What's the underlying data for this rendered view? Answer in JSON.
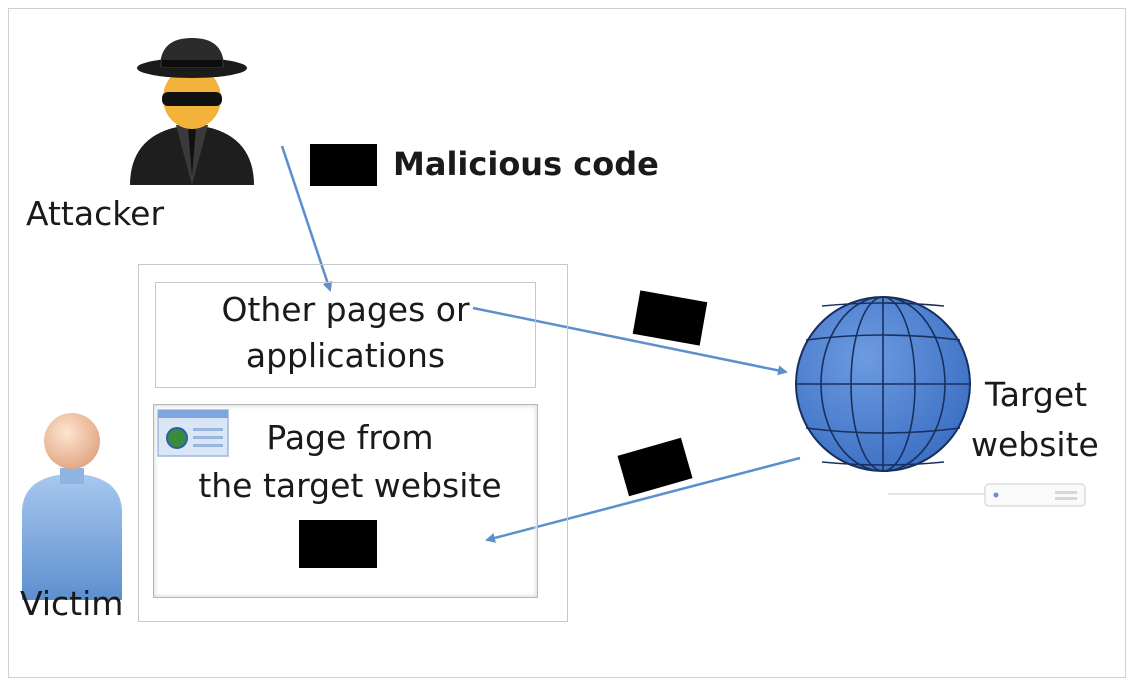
{
  "legend": {
    "label": "Malicious code"
  },
  "actors": {
    "attacker": {
      "label": "Attacker"
    },
    "victim": {
      "label": "Victim"
    },
    "target": {
      "label_line1": "Target",
      "label_line2": "website"
    }
  },
  "boxes": {
    "other": {
      "line1": "Other pages or",
      "line2": "applications"
    },
    "page": {
      "line1": "Page from",
      "line2": "the target website"
    }
  },
  "colors": {
    "arrow": "#5b8fce",
    "globe": "#4a7fd0",
    "globe_lines": "#17305e",
    "code_block": "#000000"
  },
  "icons": [
    "spy-icon",
    "person-icon",
    "globe-icon",
    "browser-window-icon",
    "server-icon"
  ]
}
